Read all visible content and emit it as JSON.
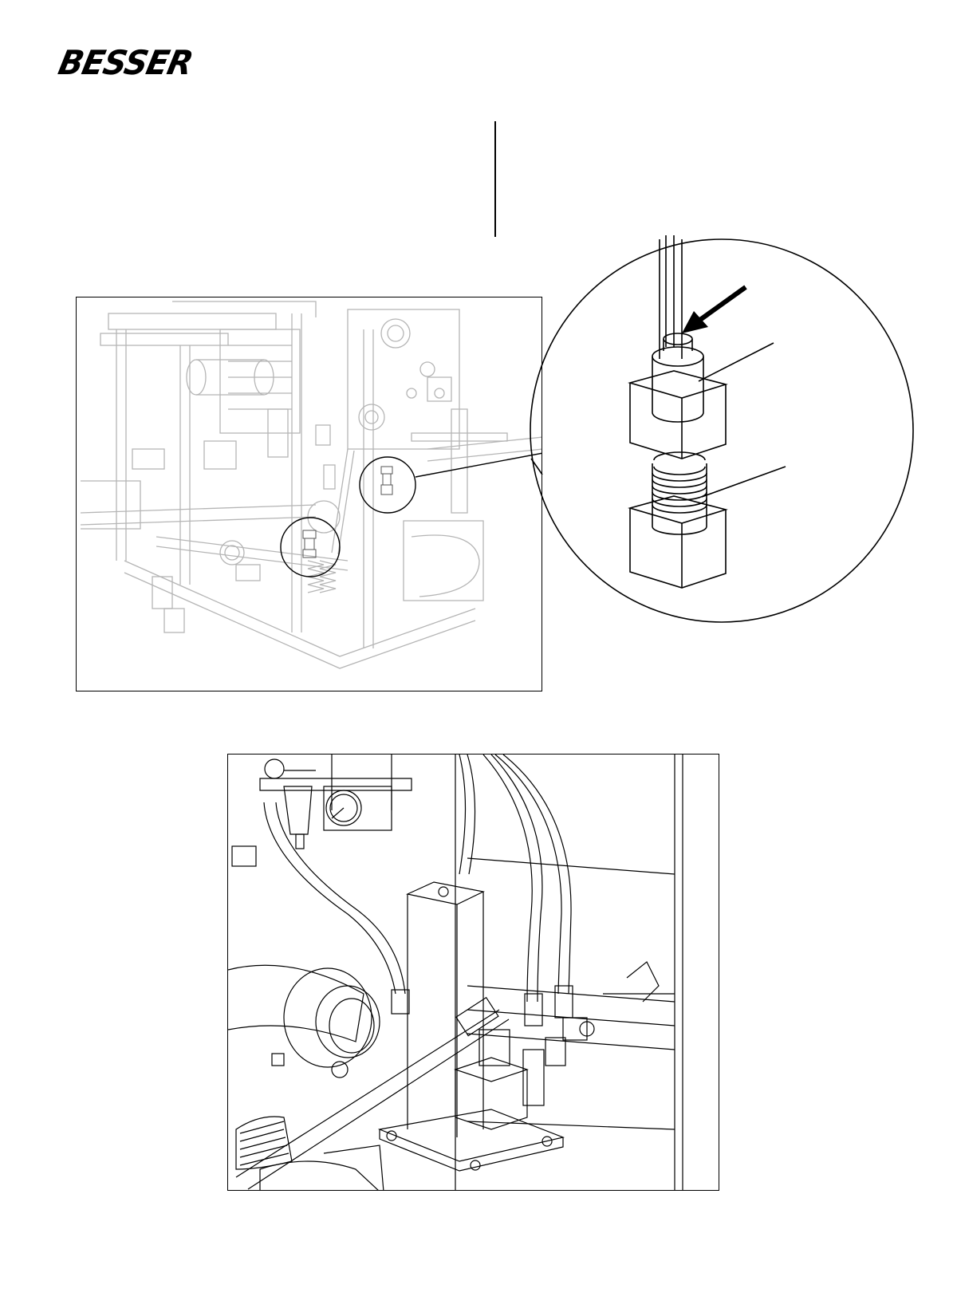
{
  "header": {
    "brand": "BESSER",
    "brand_logo_icon": "besser-wordmark-logo"
  },
  "figures": [
    {
      "id": "machine-overview-illustration",
      "icons": [
        "machine-frame-drawing",
        "callout-circle-icon",
        "callout-circle-icon"
      ]
    },
    {
      "id": "component-zoom-detail",
      "icons": [
        "pointer-arrow-icon",
        "leader-line",
        "leader-line"
      ]
    },
    {
      "id": "hydraulic-assembly-illustration",
      "icons": [
        "pressure-gauge-icon",
        "pressure-gauge-icon",
        "hose-icon",
        "cylinder-icon"
      ]
    }
  ],
  "colors": {
    "ink": "#000000",
    "faded_line": "#bdbdbd",
    "paper": "#ffffff"
  }
}
